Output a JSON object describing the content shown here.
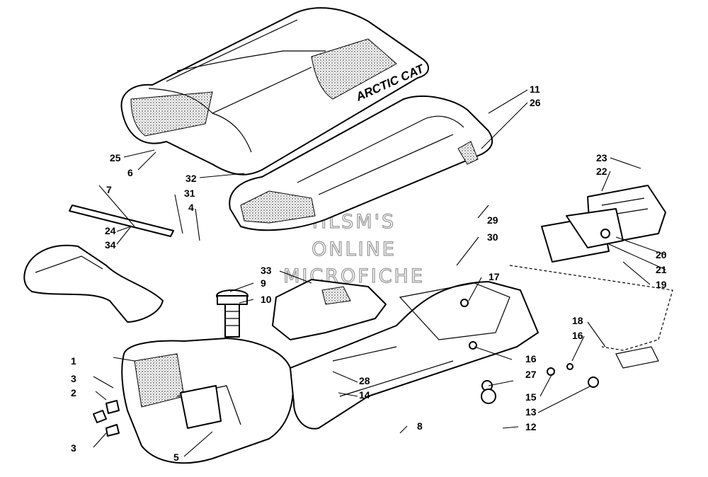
{
  "seat_brand": "ARCTIC CAT",
  "watermark": {
    "line1": "HLSM'S",
    "line2": "ONLINE",
    "line3": "MICROFICHE"
  },
  "callouts": {
    "c1": "1",
    "c2": "2",
    "c3a": "3",
    "c3b": "3",
    "c4": "4",
    "c5": "5",
    "c6": "6",
    "c7": "7",
    "c8": "8",
    "c9": "9",
    "c10": "10",
    "c11": "11",
    "c12": "12",
    "c13": "13",
    "c14": "14",
    "c15": "15",
    "c16a": "16",
    "c16b": "16",
    "c17": "17",
    "c18": "18",
    "c19": "19",
    "c20": "20",
    "c21": "21",
    "c22": "22",
    "c23": "23",
    "c24": "24",
    "c25": "25",
    "c26": "26",
    "c27": "27",
    "c28": "28",
    "c29": "29",
    "c30": "30",
    "c31": "31",
    "c32": "32",
    "c33": "33",
    "c34": "34"
  }
}
